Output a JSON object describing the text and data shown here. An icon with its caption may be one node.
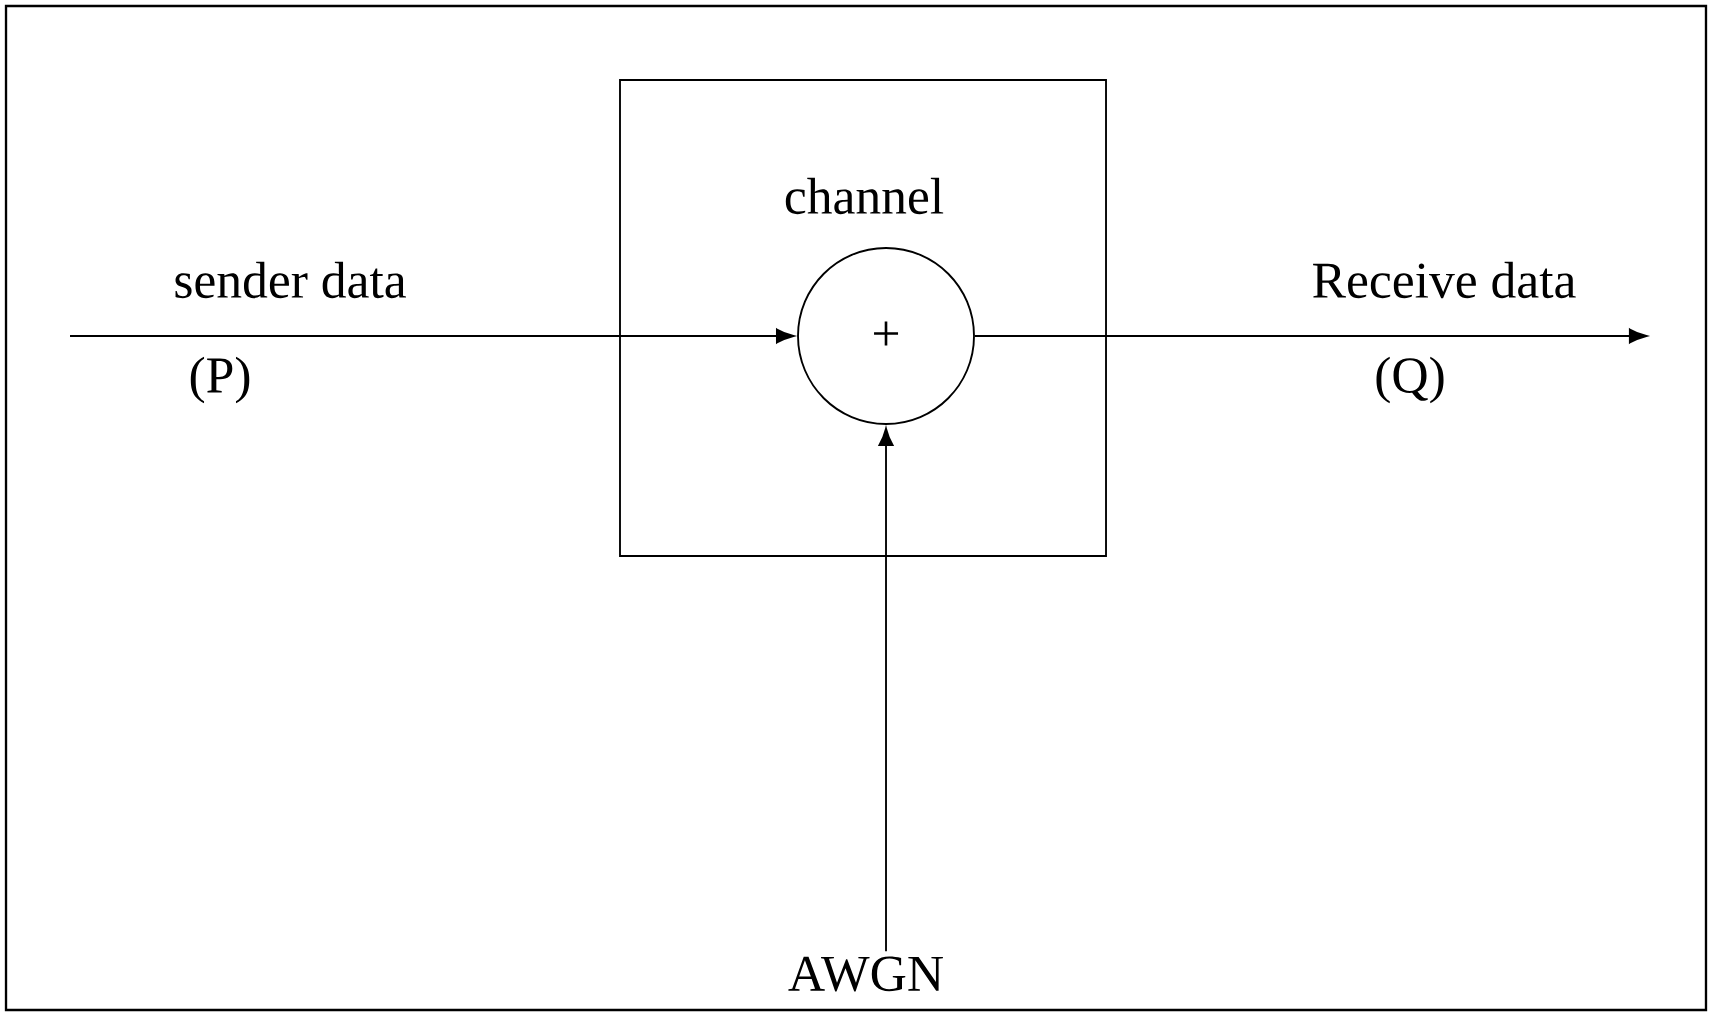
{
  "diagram": {
    "nodes": [
      {
        "text": [
          "channel"
        ]
      },
      {
        "text": [
          "+"
        ],
        "in": 0
      },
      {
        "text": [
          "AWGN"
        ]
      }
    ],
    "edges": [
      {
        "from": null,
        "to": 1,
        "arrow": "to",
        "label": "sender data"
      },
      {
        "from": 1,
        "to": null,
        "arrow": "to",
        "label": "Receive data"
      },
      {
        "from": 2,
        "to": 1,
        "arrow": "to"
      }
    ],
    "labels": [
      "(P)",
      "(Q)"
    ]
  }
}
